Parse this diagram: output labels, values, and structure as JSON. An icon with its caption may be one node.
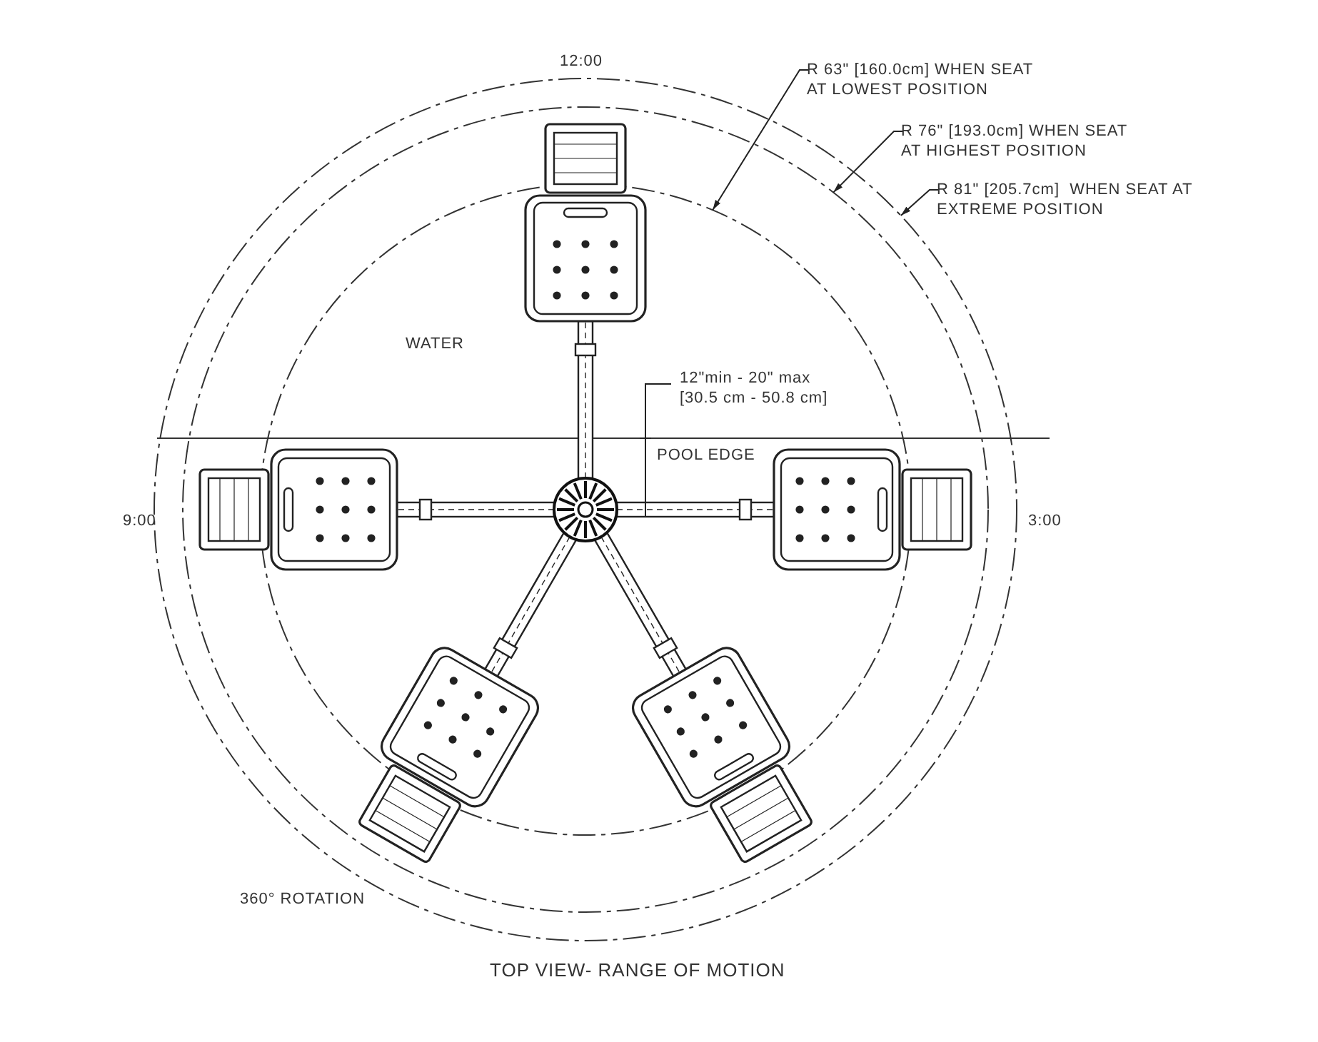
{
  "diagram": {
    "caption": "TOP VIEW- RANGE OF MOTION",
    "nodes": [
      {
        "text": [
          "R 63\" [160.0cm] WHEN SEAT AT LOWEST POSITION"
        ]
      },
      {
        "text": [],
        "shape": "circle",
        "in": 3
      },
      {
        "text": [
          "R 76\" [193.0cm] WHEN SEAT AT HIGHEST POSITION"
        ]
      },
      {
        "text": [],
        "shape": "circle",
        "in": 5
      },
      {
        "text": [
          "R 81\" [205.7cm]  WHEN SEAT AT EXTREME POSITION"
        ]
      },
      {
        "text": [],
        "shape": "circle"
      }
    ],
    "edges": [
      {
        "from": 0,
        "to": 1,
        "arrow": "to"
      },
      {
        "from": 2,
        "to": 3,
        "arrow": "to"
      },
      {
        "from": 4,
        "to": 5,
        "arrow": "to"
      }
    ],
    "labels": [
      "12:00",
      "WATER",
      "12\"min - 20\" max [30.5 cm - 50.8 cm]",
      "POOL EDGE",
      "9:00",
      "3:00",
      "360° ROTATION"
    ]
  }
}
